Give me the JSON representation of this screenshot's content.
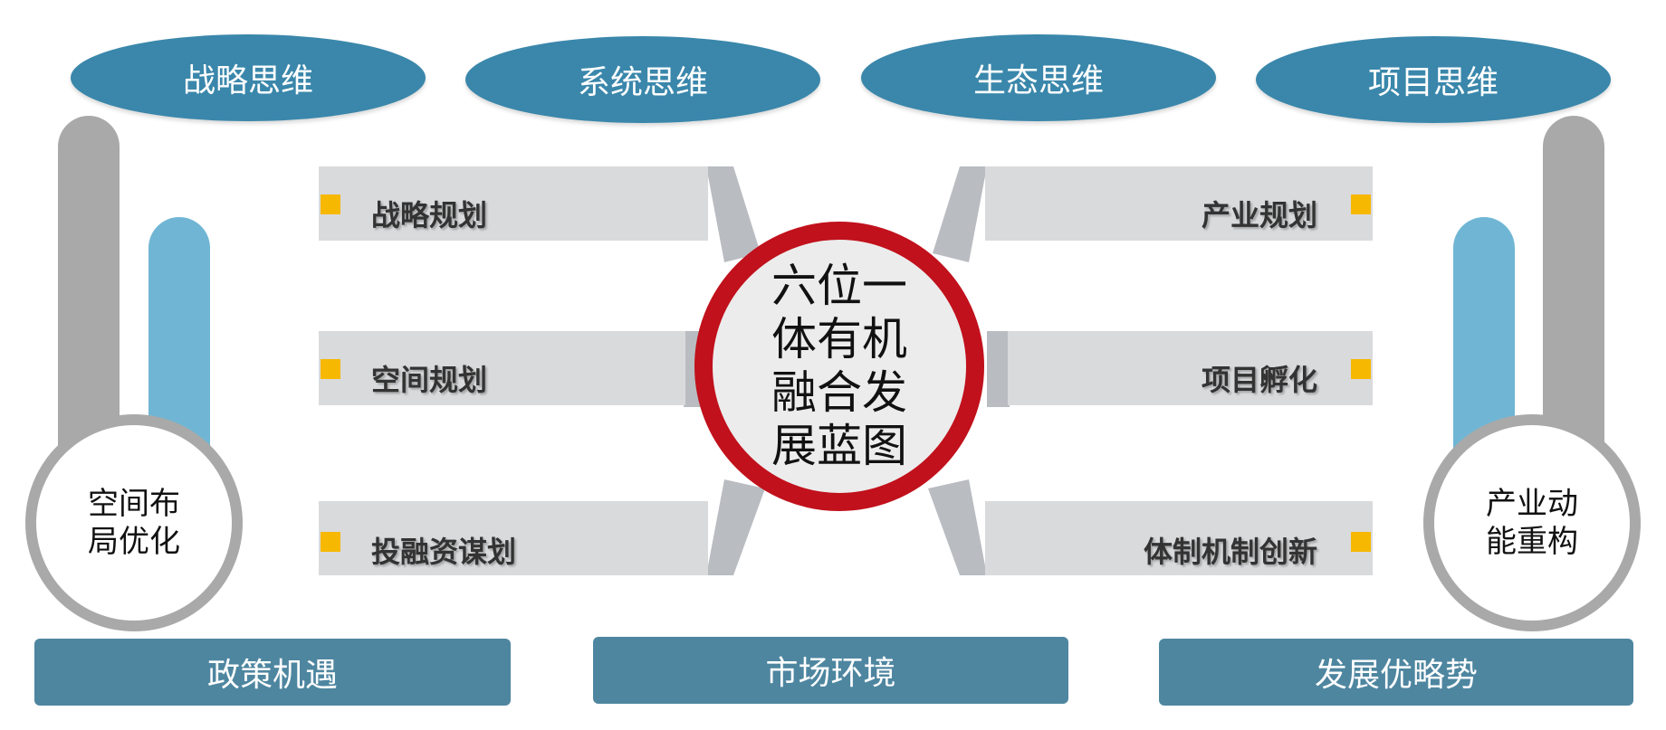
{
  "top_thinking": [
    "战略思维",
    "系统思维",
    "生态思维",
    "项目思维"
  ],
  "left_items": [
    "战略规划",
    "空间规划",
    "投融资谋划"
  ],
  "right_items": [
    "产业规划",
    "项目孵化",
    "体制机制创新"
  ],
  "center_title": "六位一体有机融合发展蓝图",
  "left_circle": "空间布\n局优化",
  "right_circle": "产业动\n能重构",
  "bottom_bars": [
    "政策机遇",
    "市场环境",
    "发展优略势"
  ],
  "colors": {
    "ellipse": "#3a87ab",
    "bar": "#4e86a0",
    "center_ring": "#c1111c",
    "marker": "#f6b800",
    "panel": "#d9dadc",
    "pillar_gray": "#a9a9a9",
    "pillar_blue": "#70b6d4"
  }
}
